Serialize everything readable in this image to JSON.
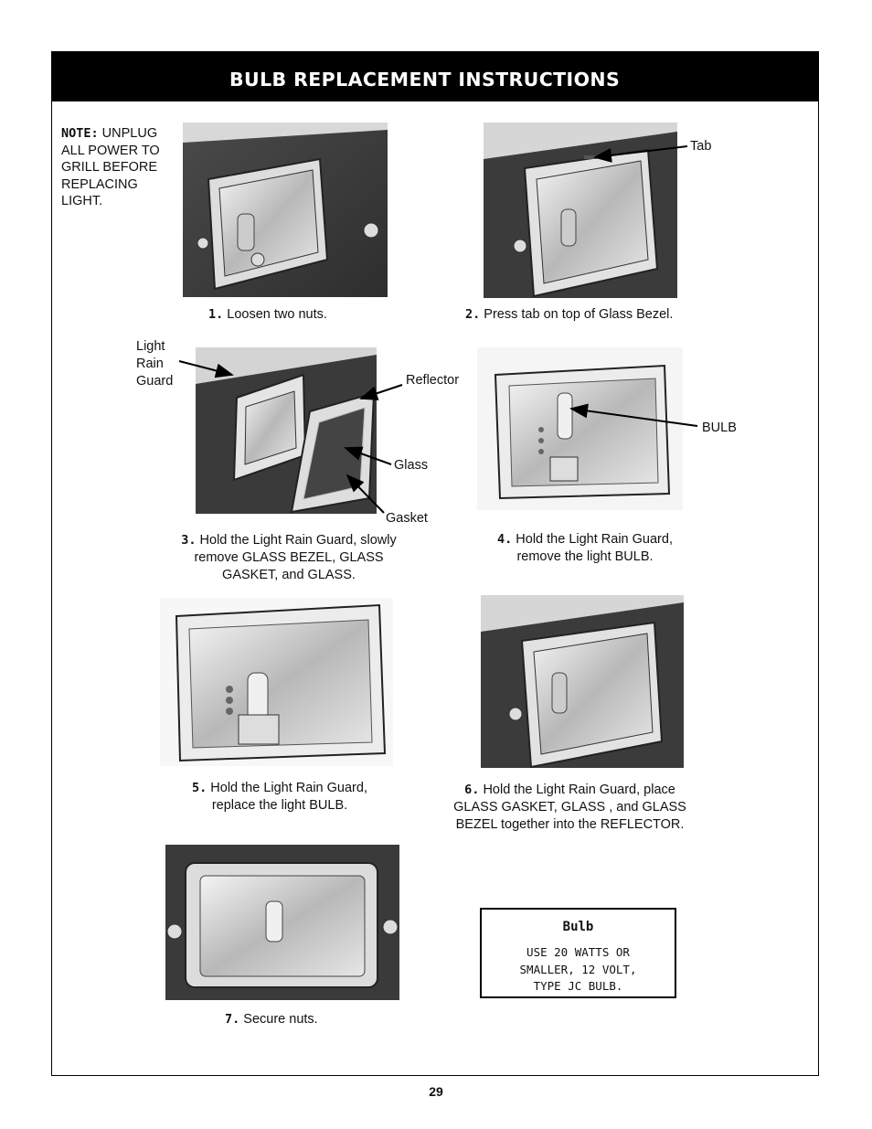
{
  "header": {
    "title": "BULB REPLACEMENT INSTRUCTIONS"
  },
  "note": {
    "label": "NOTE:",
    "text": "UNPLUG ALL POWER TO GRILL BEFORE REPLACING LIGHT."
  },
  "steps": [
    {
      "num": "1.",
      "text": "Loosen two nuts."
    },
    {
      "num": "2.",
      "text": "Press tab on top of Glass Bezel."
    },
    {
      "num": "3.",
      "text": "Hold the Light Rain Guard, slowly remove GLASS BEZEL, GLASS GASKET, and GLASS."
    },
    {
      "num": "4.",
      "text": "Hold the Light Rain Guard, remove the light BULB."
    },
    {
      "num": "5.",
      "text": "Hold the Light Rain Guard, replace the light BULB."
    },
    {
      "num": "6.",
      "text": "Hold the Light Rain Guard, place GLASS GASKET, GLASS , and GLASS BEZEL together into the REFLECTOR."
    },
    {
      "num": "7.",
      "text": "Secure nuts."
    }
  ],
  "callouts": {
    "tab": "Tab",
    "light_rain_guard": "Light Rain Guard",
    "reflector": "Reflector",
    "glass": "Glass",
    "gasket": "Gasket",
    "bulb": "BULB"
  },
  "bulb_box": {
    "title": "Bulb",
    "text": "USE 20 WATTS OR SMALLER, 12 VOLT, TYPE JC BULB."
  },
  "page_number": "29"
}
